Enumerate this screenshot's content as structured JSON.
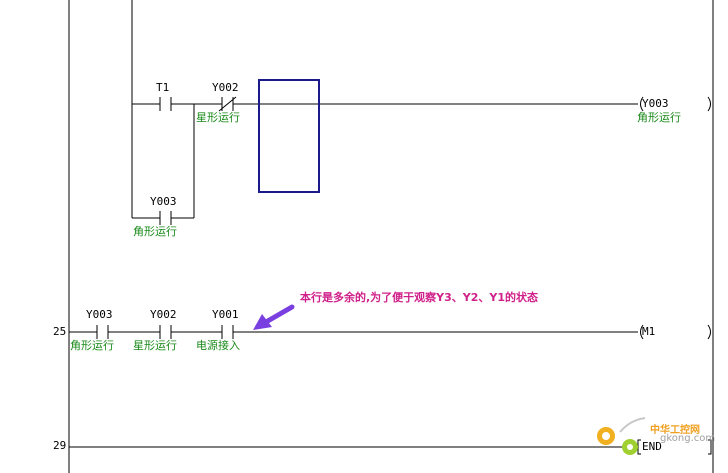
{
  "rung_a": {
    "t1": "T1",
    "y002": "Y002",
    "y002_comment": "星形运行",
    "y003": "Y003",
    "y003_comment": "角形运行",
    "coil": "Y003",
    "coil_comment": "角形运行"
  },
  "note": "本行是多余的,为了便于观察Y3、Y2、Y1的状态",
  "rung_25": {
    "step": "25",
    "c1": "Y003",
    "c1_comment": "角形运行",
    "c2": "Y002",
    "c2_comment": "星形运行",
    "c3": "Y001",
    "c3_comment": "电源接入",
    "coil": "M1"
  },
  "rung_29": {
    "step": "29",
    "instr": "END"
  },
  "watermark": {
    "site_cn": "中华工控网",
    "site_url": "gkong.com"
  },
  "colors": {
    "cursor": "#1a1a8c",
    "comment": "#1a8a1a",
    "note": "#d0208a",
    "arrow": "#7a3fe0"
  }
}
